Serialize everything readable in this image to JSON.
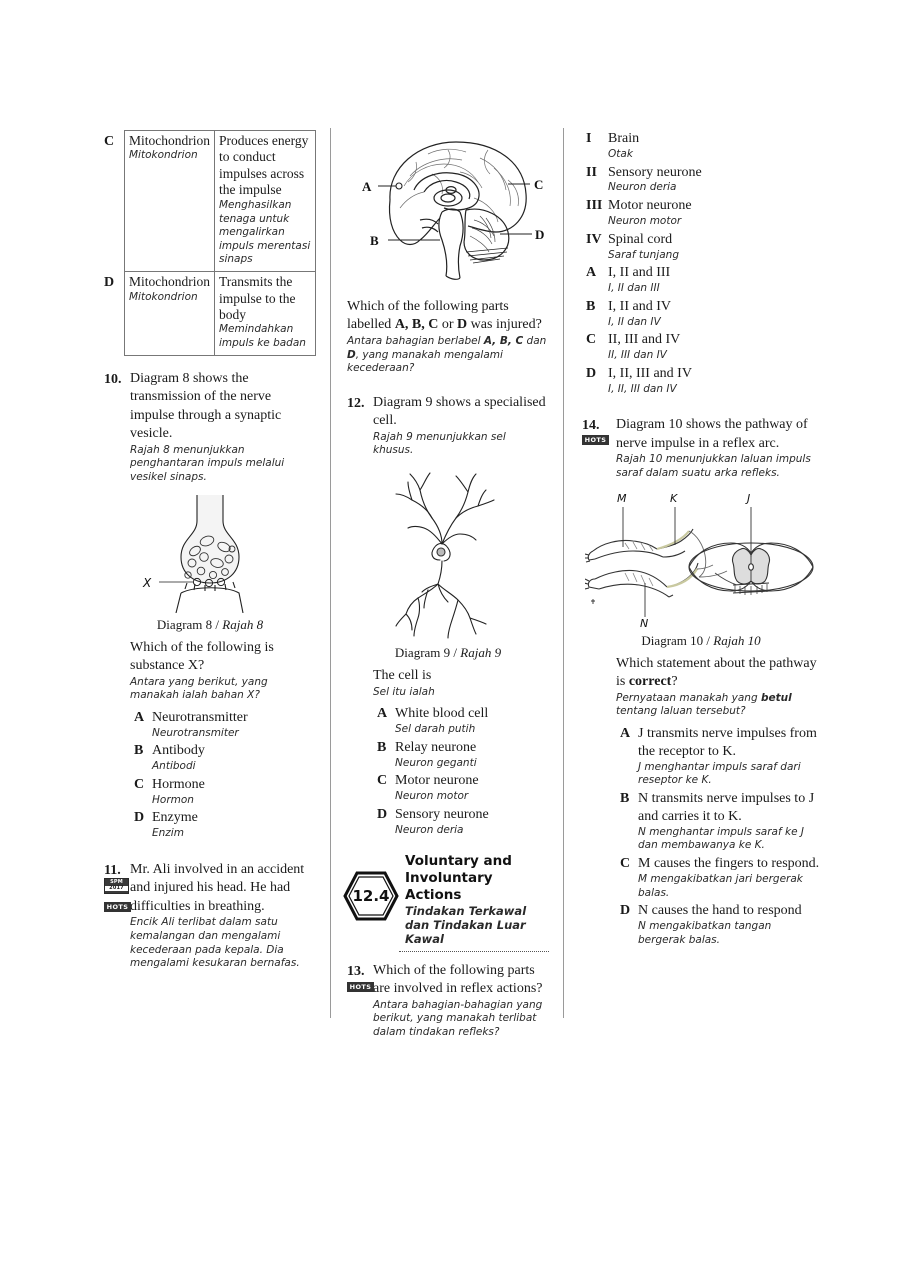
{
  "column1": {
    "table": {
      "rows": [
        {
          "label": "C",
          "term_en": "Mitochondrion",
          "term_my": "Mitokondrion",
          "desc_en": "Produces energy to conduct impulses across the impulse",
          "desc_my": "Menghasilkan tenaga untuk mengalirkan impuls merentasi sinaps"
        },
        {
          "label": "D",
          "term_en": "Mitochondrion",
          "term_my": "Mitokondrion",
          "desc_en": "Transmits the impulse to the body",
          "desc_my": "Memindahkan impuls ke badan"
        }
      ]
    },
    "q10": {
      "number": "10.",
      "stem_en": "Diagram 8 shows the transmission of the nerve impulse through a synaptic vesicle.",
      "stem_my": "Rajah 8 menunjukkan penghantaran impuls melalui vesikel sinaps.",
      "figure_label": "X",
      "caption_en": "Diagram 8 /",
      "caption_my": "Rajah 8",
      "question_en": "Which of the following is substance X?",
      "question_my": "Antara yang berikut, yang manakah ialah bahan X?",
      "choices": [
        {
          "label": "A",
          "en": "Neurotransmitter",
          "my": "Neurotransmiter"
        },
        {
          "label": "B",
          "en": "Antibody",
          "my": "Antibodi"
        },
        {
          "label": "C",
          "en": "Hormone",
          "my": "Hormon"
        },
        {
          "label": "D",
          "en": "Enzyme",
          "my": "Enzim"
        }
      ]
    },
    "q11": {
      "number": "11.",
      "badge_spm": "SPM",
      "badge_spm_year": "2017",
      "badge_hots": "HOTS",
      "stem_en": "Mr. Ali involved in an accident and injured his head. He had difficulties in breathing.",
      "stem_my": "Encik Ali terlibat dalam satu kemalangan dan mengalami kecederaan pada kepala. Dia mengalami kesukaran bernafas."
    }
  },
  "column2": {
    "brain_figure": {
      "labels": [
        "A",
        "B",
        "C",
        "D"
      ]
    },
    "q11_continued": {
      "question_en_1": "Which of the following parts labelled ",
      "question_en_bold": "A, B, C",
      "question_en_2": " or ",
      "question_en_bold2": "D",
      "question_en_3": " was injured?",
      "question_my_1": "Antara bahagian berlabel ",
      "question_my_bold": "A, B, C",
      "question_my_2": " dan ",
      "question_my_bold2": "D",
      "question_my_3": ", yang manakah mengalami kecederaan?"
    },
    "q12": {
      "number": "12.",
      "stem_en": "Diagram 9 shows a specialised cell.",
      "stem_my": "Rajah 9 menunjukkan sel khusus.",
      "caption_en": "Diagram 9 /",
      "caption_my": "Rajah 9",
      "question_en": "The cell is",
      "question_my": "Sel itu ialah",
      "choices": [
        {
          "label": "A",
          "en": "White blood cell",
          "my": "Sel darah putih"
        },
        {
          "label": "B",
          "en": "Relay neurone",
          "my": "Neuron geganti"
        },
        {
          "label": "C",
          "en": "Motor neurone",
          "my": "Neuron motor"
        },
        {
          "label": "D",
          "en": "Sensory neurone",
          "my": "Neuron deria"
        }
      ]
    },
    "chapter": {
      "number": "12.4",
      "title_en": "Voluntary and Involuntary Actions",
      "title_my": "Tindakan Terkawal dan Tindakan Luar Kawal"
    },
    "q13": {
      "number": "13.",
      "badge_hots": "HOTS",
      "question_en": "Which of the following parts are involved in reflex actions?",
      "question_my": "Antara bahagian-bahagian yang berikut, yang manakah terlibat dalam tindakan refleks?"
    }
  },
  "column3": {
    "q13_options": {
      "romans": [
        {
          "label": "I",
          "en": "Brain",
          "my": "Otak"
        },
        {
          "label": "II",
          "en": "Sensory neurone",
          "my": "Neuron deria"
        },
        {
          "label": "III",
          "en": "Motor neurone",
          "my": "Neuron motor"
        },
        {
          "label": "IV",
          "en": "Spinal cord",
          "my": "Saraf tunjang"
        }
      ],
      "choices": [
        {
          "label": "A",
          "en": "I, II and III",
          "my": "I, II dan III"
        },
        {
          "label": "B",
          "en": "I, II and IV",
          "my": "I, II dan IV"
        },
        {
          "label": "C",
          "en": "II, III and IV",
          "my": "II, III dan IV"
        },
        {
          "label": "D",
          "en": "I, II, III and IV",
          "my": "I, II, III dan IV"
        }
      ]
    },
    "q14": {
      "number": "14.",
      "badge_hots": "HOTS",
      "stem_en": "Diagram 10 shows the pathway of nerve impulse in a reflex arc.",
      "stem_my": "Rajah 10 menunjukkan laluan impuls saraf dalam suatu arka refleks.",
      "figure_labels": [
        "M",
        "K",
        "J",
        "N"
      ],
      "caption_en": "Diagram 10 /",
      "caption_my": "Rajah 10",
      "question_en_1": "Which statement about the pathway is ",
      "question_en_bold": "correct",
      "question_en_2": "?",
      "question_my_1": "Pernyataan manakah yang ",
      "question_my_bold": "betul",
      "question_my_2": " tentang laluan tersebut?",
      "choices": [
        {
          "label": "A",
          "en": "J transmits nerve impulses from the receptor to K.",
          "my": "J menghantar impuls saraf dari reseptor ke K."
        },
        {
          "label": "B",
          "en": "N transmits nerve impulses to J and carries it to K.",
          "my": "N menghantar impuls saraf ke J dan membawanya ke K."
        },
        {
          "label": "C",
          "en": "M causes the fingers to respond.",
          "my": "M mengakibatkan jari bergerak balas."
        },
        {
          "label": "D",
          "en": "N causes the hand to respond",
          "my": "N mengakibatkan tangan bergerak balas."
        }
      ]
    }
  }
}
